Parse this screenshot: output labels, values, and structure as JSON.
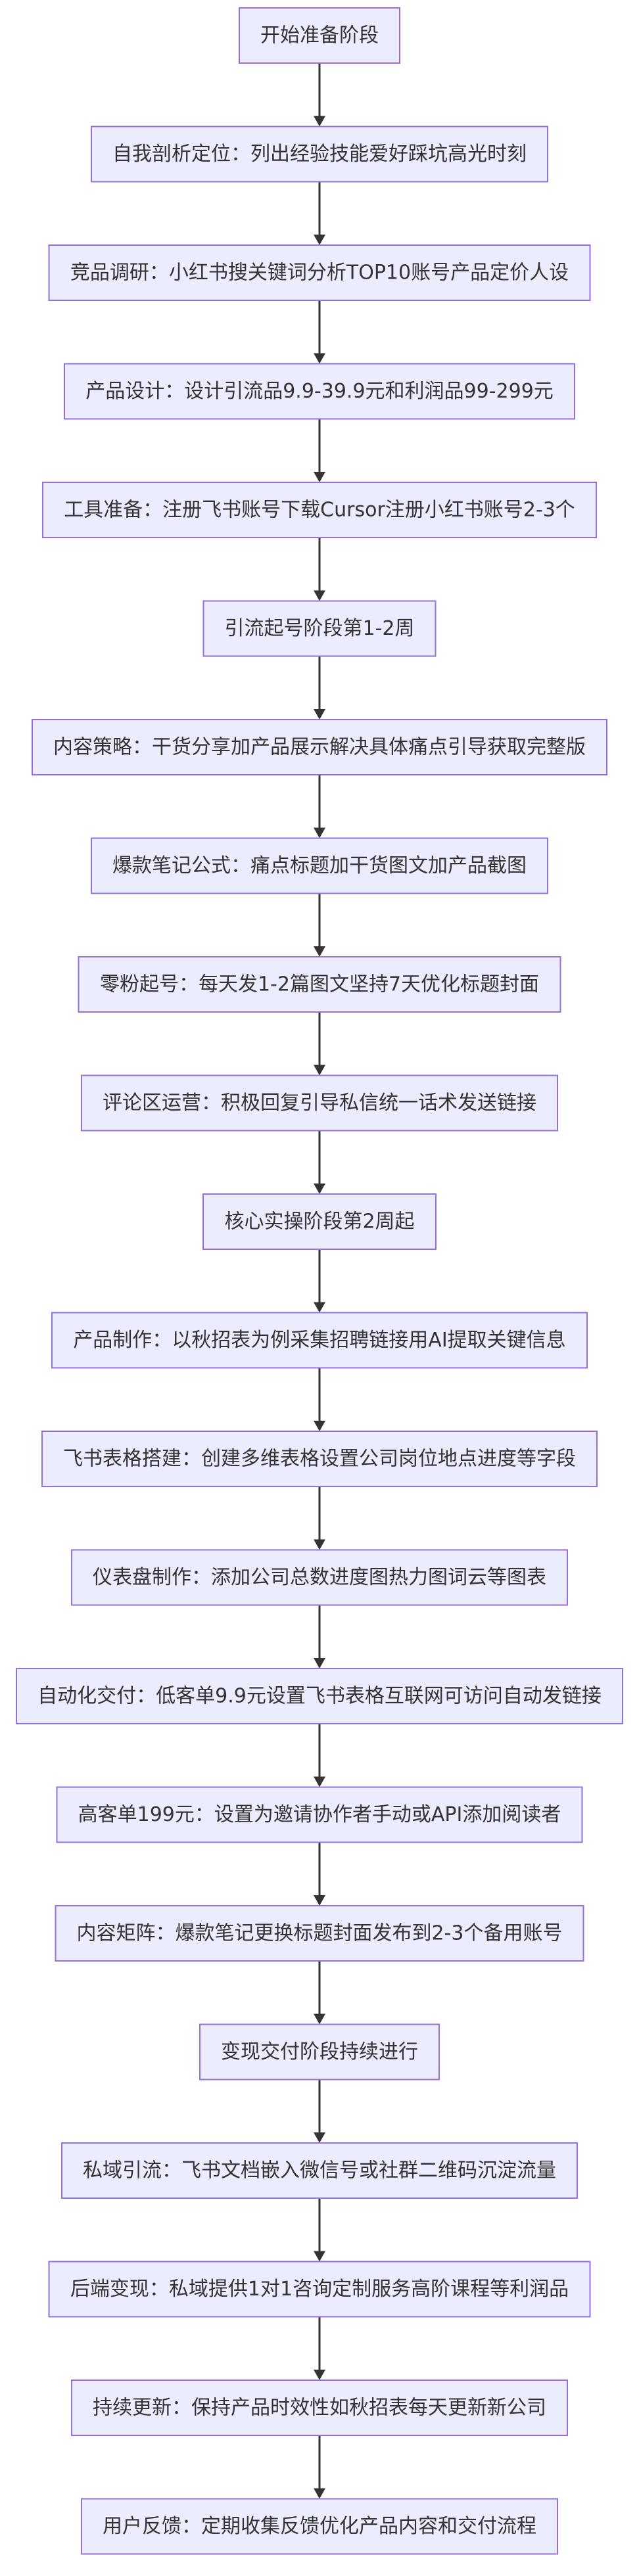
{
  "diagram": {
    "type": "flowchart",
    "direction": "top-down",
    "colors": {
      "node_fill": "#ECECFF",
      "node_border": "#9370DB",
      "edge": "#333333",
      "text": "#333333",
      "background": "#FFFFFF"
    },
    "nodes": [
      {
        "id": "n1",
        "label": "开始准备阶段"
      },
      {
        "id": "n2",
        "label": "自我剖析定位：列出经验技能爱好踩坑高光时刻"
      },
      {
        "id": "n3",
        "label": "竞品调研：小红书搜关键词分析TOP10账号产品定价人设"
      },
      {
        "id": "n4",
        "label": "产品设计：设计引流品9.9-39.9元和利润品99-299元"
      },
      {
        "id": "n5",
        "label": "工具准备：注册飞书账号下载Cursor注册小红书账号2-3个"
      },
      {
        "id": "n6",
        "label": "引流起号阶段第1-2周"
      },
      {
        "id": "n7",
        "label": "内容策略：干货分享加产品展示解决具体痛点引导获取完整版"
      },
      {
        "id": "n8",
        "label": "爆款笔记公式：痛点标题加干货图文加产品截图"
      },
      {
        "id": "n9",
        "label": "零粉起号：每天发1-2篇图文坚持7天优化标题封面"
      },
      {
        "id": "n10",
        "label": "评论区运营：积极回复引导私信统一话术发送链接"
      },
      {
        "id": "n11",
        "label": "核心实操阶段第2周起"
      },
      {
        "id": "n12",
        "label": "产品制作：以秋招表为例采集招聘链接用AI提取关键信息"
      },
      {
        "id": "n13",
        "label": "飞书表格搭建：创建多维表格设置公司岗位地点进度等字段"
      },
      {
        "id": "n14",
        "label": "仪表盘制作：添加公司总数进度图热力图词云等图表"
      },
      {
        "id": "n15",
        "label": "自动化交付：低客单9.9元设置飞书表格互联网可访问自动发链接"
      },
      {
        "id": "n16",
        "label": "高客单199元：设置为邀请协作者手动或API添加阅读者"
      },
      {
        "id": "n17",
        "label": "内容矩阵：爆款笔记更换标题封面发布到2-3个备用账号"
      },
      {
        "id": "n18",
        "label": "变现交付阶段持续进行"
      },
      {
        "id": "n19",
        "label": "私域引流：飞书文档嵌入微信号或社群二维码沉淀流量"
      },
      {
        "id": "n20",
        "label": "后端变现：私域提供1对1咨询定制服务高阶课程等利润品"
      },
      {
        "id": "n21",
        "label": "持续更新：保持产品时效性如秋招表每天更新新公司"
      },
      {
        "id": "n22",
        "label": "用户反馈：定期收集反馈优化产品内容和交付流程"
      }
    ],
    "edges": [
      {
        "from": "n1",
        "to": "n2"
      },
      {
        "from": "n2",
        "to": "n3"
      },
      {
        "from": "n3",
        "to": "n4"
      },
      {
        "from": "n4",
        "to": "n5"
      },
      {
        "from": "n5",
        "to": "n6"
      },
      {
        "from": "n6",
        "to": "n7"
      },
      {
        "from": "n7",
        "to": "n8"
      },
      {
        "from": "n8",
        "to": "n9"
      },
      {
        "from": "n9",
        "to": "n10"
      },
      {
        "from": "n10",
        "to": "n11"
      },
      {
        "from": "n11",
        "to": "n12"
      },
      {
        "from": "n12",
        "to": "n13"
      },
      {
        "from": "n13",
        "to": "n14"
      },
      {
        "from": "n14",
        "to": "n15"
      },
      {
        "from": "n15",
        "to": "n16"
      },
      {
        "from": "n16",
        "to": "n17"
      },
      {
        "from": "n17",
        "to": "n18"
      },
      {
        "from": "n18",
        "to": "n19"
      },
      {
        "from": "n19",
        "to": "n20"
      },
      {
        "from": "n20",
        "to": "n21"
      },
      {
        "from": "n21",
        "to": "n22"
      }
    ]
  }
}
